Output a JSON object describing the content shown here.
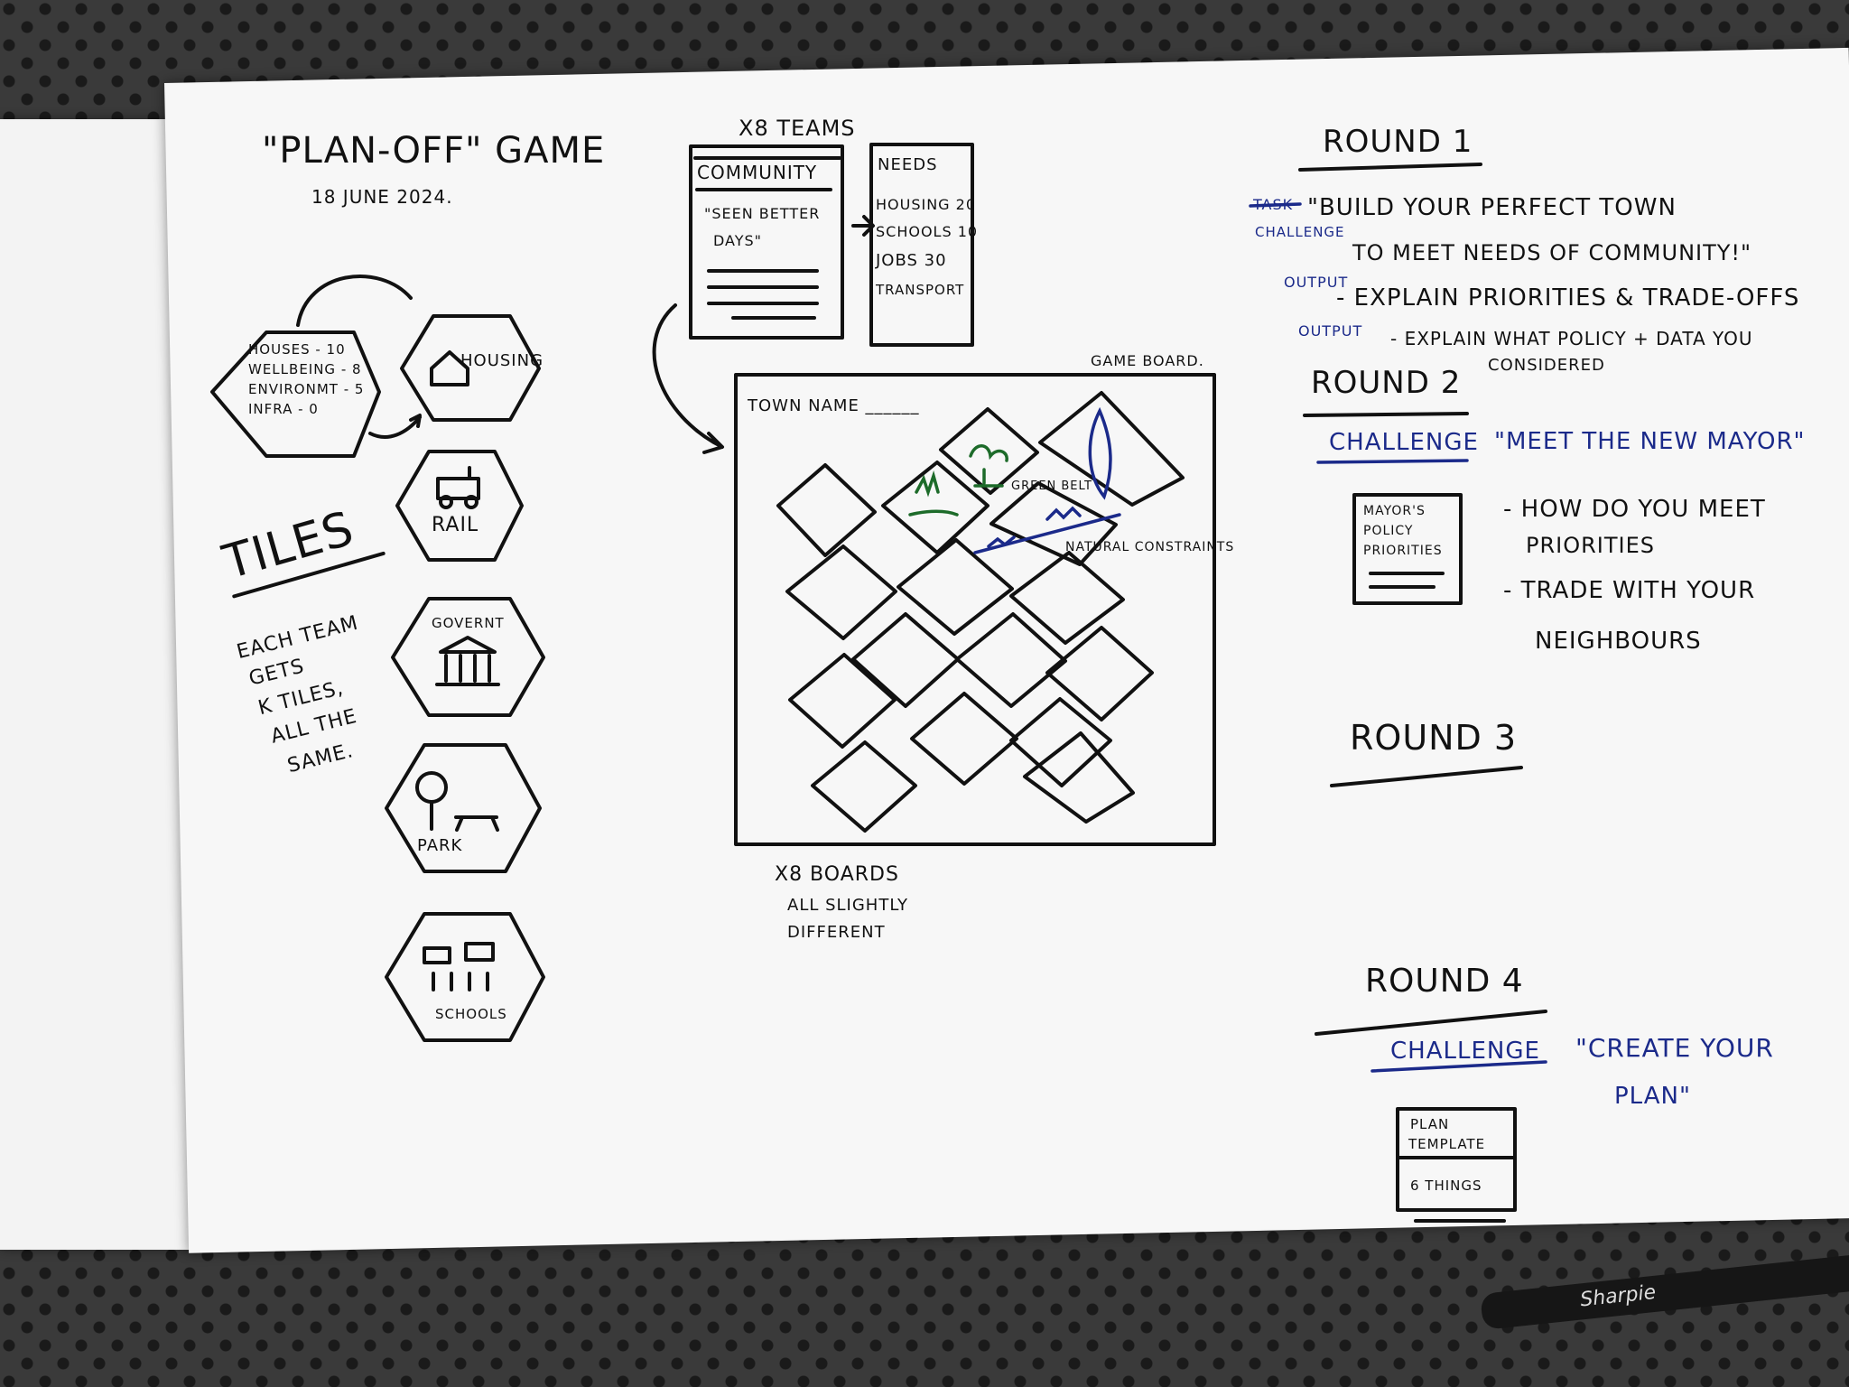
{
  "title": "\"PLAN-OFF\" GAME",
  "date": "18 JUNE 2024.",
  "tiles": {
    "heading": "TILES",
    "note_lines": [
      "EACH TEAM",
      "GETS",
      "K TILES,",
      "ALL THE",
      "SAME."
    ],
    "stats_lines": [
      "HOUSES - 10",
      "WELLBEING - 8",
      "ENVIRONMT - 5",
      "INFRA - 0"
    ],
    "labels": [
      "HOUSING",
      "RAIL",
      "GOVERNT",
      "PARK",
      "SCHOOLS"
    ]
  },
  "teams": {
    "heading": "X8 TEAMS",
    "community_card": {
      "title": "COMMUNITY",
      "quote_lines": [
        "\"SEEN BETTER",
        "DAYS\""
      ]
    },
    "needs_card": {
      "title": "NEEDS",
      "lines": [
        "HOUSING 20",
        "SCHOOLS 10",
        "JOBS 30",
        "TRANSPORT"
      ]
    }
  },
  "board": {
    "label": "GAME BOARD.",
    "town_name": "TOWN NAME ______",
    "green_belt": "GREEN BELT",
    "natural_constraints": "NATURAL CONSTRAINTS",
    "footer_lines": [
      "X8 BOARDS",
      "ALL SLIGHTLY",
      "DIFFERENT"
    ]
  },
  "round1": {
    "heading": "ROUND 1",
    "task_struck": "TASK",
    "challenge": "CHALLENGE",
    "challenge_lines": [
      "\"BUILD YOUR PERFECT TOWN",
      "TO MEET NEEDS OF COMMUNITY!\""
    ],
    "output1_label": "OUTPUT",
    "output1": "- EXPLAIN PRIORITIES & TRADE-OFFS",
    "output2_label": "OUTPUT",
    "output2_lines": [
      "- EXPLAIN WHAT POLICY + DATA YOU",
      "CONSIDERED"
    ]
  },
  "round2": {
    "heading": "ROUND 2",
    "challenge": "CHALLENGE",
    "quote": "\"MEET THE NEW MAYOR\"",
    "card_lines": [
      "MAYOR'S",
      "POLICY",
      "PRIORITIES"
    ],
    "bullets": [
      [
        "- HOW DO YOU MEET",
        "PRIORITIES"
      ],
      [
        "- TRADE WITH YOUR",
        "NEIGHBOURS"
      ]
    ]
  },
  "round3": {
    "heading": "ROUND 3"
  },
  "round4": {
    "heading": "ROUND 4",
    "challenge": "CHALLENGE",
    "quote_lines": [
      "\"CREATE YOUR",
      "PLAN\""
    ],
    "card_lines": [
      "PLAN",
      "TEMPLATE",
      "6 THINGS"
    ]
  },
  "pen_brand": "Sharpie",
  "colors": {
    "ink": "#111111",
    "blue_ink": "#1b2a8a",
    "green_ink": "#1d6b2a",
    "paper": "#f7f7f7"
  }
}
